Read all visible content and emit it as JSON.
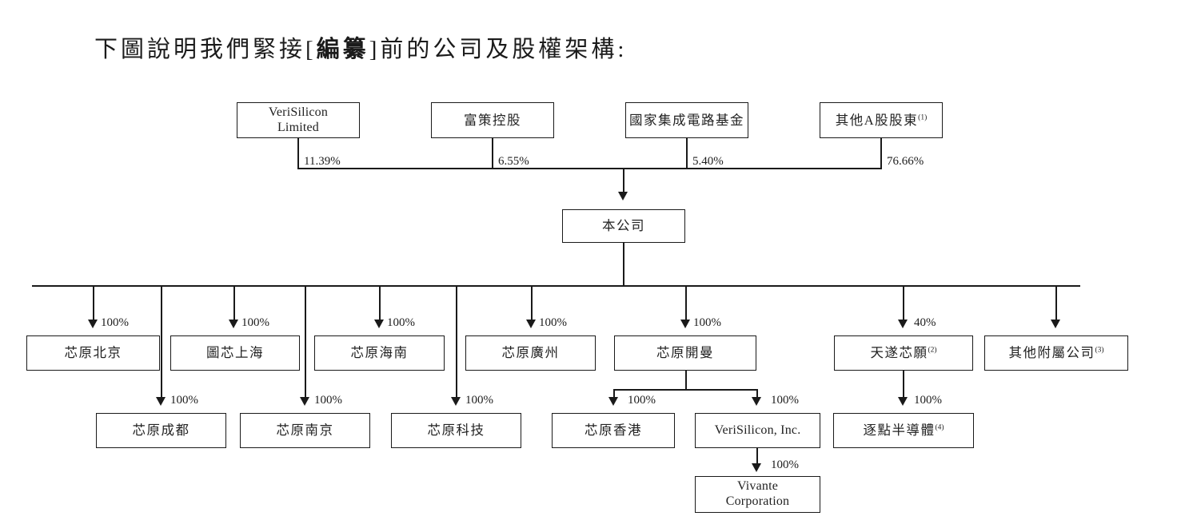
{
  "title": {
    "before": "下圖說明我們緊接[",
    "emphasis": "編纂",
    "after": "]前的公司及股權架構:"
  },
  "chart_data": {
    "type": "diagram",
    "subtype": "organizational-ownership-chart",
    "title": "下圖說明我們緊接[編纂]前的公司及股權架構:",
    "nodes": [
      {
        "id": "verisilicon-limited",
        "label": "VeriSilicon Limited",
        "label_line1": "VeriSilicon",
        "label_line2": "Limited",
        "lang": "en",
        "level": 1
      },
      {
        "id": "fuce-holdings",
        "label": "富策控股",
        "lang": "cn",
        "level": 1
      },
      {
        "id": "national-ic-fund",
        "label": "國家集成電路基金",
        "lang": "cn",
        "level": 1
      },
      {
        "id": "other-a-shareholders",
        "label": "其他A股股東",
        "note": "(1)",
        "lang": "cn",
        "level": 1
      },
      {
        "id": "the-company",
        "label": "本公司",
        "lang": "cn",
        "level": 2
      },
      {
        "id": "vs-beijing",
        "label": "芯原北京",
        "lang": "cn",
        "level": 3
      },
      {
        "id": "tuxin-shanghai",
        "label": "圖芯上海",
        "lang": "cn",
        "level": 3
      },
      {
        "id": "vs-hainan",
        "label": "芯原海南",
        "lang": "cn",
        "level": 3
      },
      {
        "id": "vs-guangzhou",
        "label": "芯原廣州",
        "lang": "cn",
        "level": 3
      },
      {
        "id": "vs-cayman",
        "label": "芯原開曼",
        "lang": "cn",
        "level": 3
      },
      {
        "id": "tiansui-xinyuan",
        "label": "天遂芯願",
        "note": "(2)",
        "lang": "cn",
        "level": 3
      },
      {
        "id": "other-subsidiaries",
        "label": "其他附屬公司",
        "note": "(3)",
        "lang": "cn",
        "level": 3
      },
      {
        "id": "vs-chengdu",
        "label": "芯原成都",
        "lang": "cn",
        "level": 4
      },
      {
        "id": "vs-nanjing",
        "label": "芯原南京",
        "lang": "cn",
        "level": 4
      },
      {
        "id": "vs-technology",
        "label": "芯原科技",
        "lang": "cn",
        "level": 4
      },
      {
        "id": "vs-hongkong",
        "label": "芯原香港",
        "lang": "cn",
        "level": 4
      },
      {
        "id": "verisilicon-inc",
        "label": "VeriSilicon, Inc.",
        "lang": "en",
        "level": 4
      },
      {
        "id": "zhudian-semi",
        "label": "逐點半導體",
        "note": "(4)",
        "lang": "cn",
        "level": 4
      },
      {
        "id": "vivante",
        "label": "Vivante Corporation",
        "label_line1": "Vivante",
        "label_line2": "Corporation",
        "lang": "en",
        "level": 5
      }
    ],
    "edges": [
      {
        "from": "verisilicon-limited",
        "to": "the-company",
        "percent": "11.39%"
      },
      {
        "from": "fuce-holdings",
        "to": "the-company",
        "percent": "6.55%"
      },
      {
        "from": "national-ic-fund",
        "to": "the-company",
        "percent": "5.40%"
      },
      {
        "from": "other-a-shareholders",
        "to": "the-company",
        "percent": "76.66%"
      },
      {
        "from": "the-company",
        "to": "vs-beijing",
        "percent": "100%"
      },
      {
        "from": "the-company",
        "to": "tuxin-shanghai",
        "percent": "100%"
      },
      {
        "from": "the-company",
        "to": "vs-hainan",
        "percent": "100%"
      },
      {
        "from": "the-company",
        "to": "vs-guangzhou",
        "percent": "100%"
      },
      {
        "from": "the-company",
        "to": "vs-cayman",
        "percent": "100%"
      },
      {
        "from": "the-company",
        "to": "tiansui-xinyuan",
        "percent": "40%"
      },
      {
        "from": "the-company",
        "to": "other-subsidiaries",
        "percent": ""
      },
      {
        "from": "the-company",
        "to": "vs-chengdu",
        "percent": "100%"
      },
      {
        "from": "the-company",
        "to": "vs-nanjing",
        "percent": "100%"
      },
      {
        "from": "the-company",
        "to": "vs-technology",
        "percent": "100%"
      },
      {
        "from": "vs-cayman",
        "to": "vs-hongkong",
        "percent": "100%"
      },
      {
        "from": "vs-cayman",
        "to": "verisilicon-inc",
        "percent": "100%"
      },
      {
        "from": "tiansui-xinyuan",
        "to": "zhudian-semi",
        "percent": "100%"
      },
      {
        "from": "verisilicon-inc",
        "to": "vivante",
        "percent": "100%"
      }
    ]
  },
  "labels": {
    "node_verisilicon_limited_l1": "VeriSilicon",
    "node_verisilicon_limited_l2": "Limited",
    "node_fuce_holdings": "富策控股",
    "node_national_ic_fund": "國家集成電路基金",
    "node_other_a_shareholders": "其他A股股東",
    "node_other_a_shareholders_note": "(1)",
    "node_the_company": "本公司",
    "node_vs_beijing": "芯原北京",
    "node_tuxin_shanghai": "圖芯上海",
    "node_vs_hainan": "芯原海南",
    "node_vs_guangzhou": "芯原廣州",
    "node_vs_cayman": "芯原開曼",
    "node_tiansui_xinyuan": "天遂芯願",
    "node_tiansui_xinyuan_note": "(2)",
    "node_other_subsidiaries": "其他附屬公司",
    "node_other_subsidiaries_note": "(3)",
    "node_vs_chengdu": "芯原成都",
    "node_vs_nanjing": "芯原南京",
    "node_vs_technology": "芯原科技",
    "node_vs_hongkong": "芯原香港",
    "node_verisilicon_inc": "VeriSilicon, Inc.",
    "node_zhudian_semi": "逐點半導體",
    "node_zhudian_semi_note": "(4)",
    "node_vivante_l1": "Vivante",
    "node_vivante_l2": "Corporation"
  },
  "percents": {
    "p_verisilicon_limited": "11.39%",
    "p_fuce_holdings": "6.55%",
    "p_national_ic_fund": "5.40%",
    "p_other_a_shareholders": "76.66%",
    "p_vs_beijing": "100%",
    "p_tuxin_shanghai": "100%",
    "p_vs_hainan": "100%",
    "p_vs_guangzhou": "100%",
    "p_vs_cayman": "100%",
    "p_tiansui_xinyuan": "40%",
    "p_vs_chengdu": "100%",
    "p_vs_nanjing": "100%",
    "p_vs_technology": "100%",
    "p_vs_hongkong": "100%",
    "p_verisilicon_inc": "100%",
    "p_zhudian_semi": "100%",
    "p_vivante": "100%"
  },
  "colors": {
    "stroke": "#1a1a1a",
    "text": "#222222",
    "background": "#ffffff"
  }
}
